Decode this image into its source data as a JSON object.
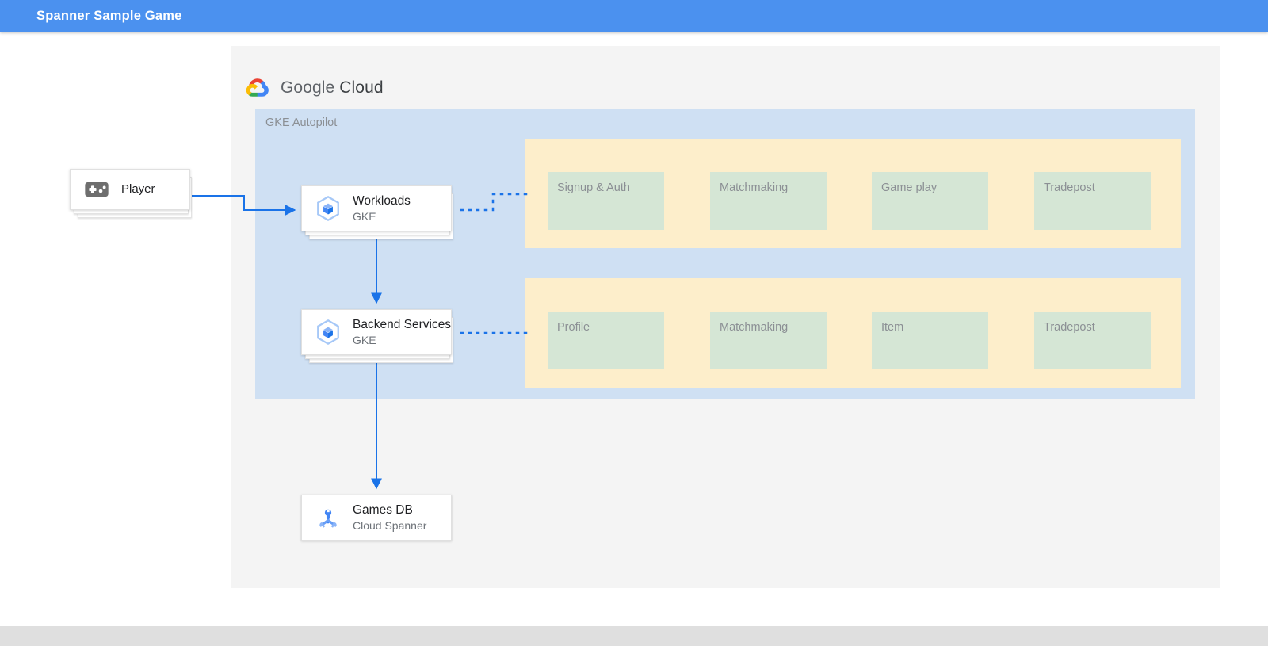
{
  "appbar": {
    "title": "Spanner Sample Game",
    "background": "#4b91ef",
    "text_color": "#ffffff"
  },
  "brand": {
    "logo_icon": "google-cloud-logo",
    "word_google": "Google",
    "word_cloud": "Cloud"
  },
  "diagram": {
    "zone": {
      "label": "GKE Autopilot",
      "background": "#cfe0f3"
    },
    "panel_background": "#f4f4f4",
    "group_background": "#fdeecb",
    "service_box_background": "#d5e6d5",
    "accent_line": "#1a73e8",
    "nodes": [
      {
        "id": "player",
        "icon": "gamepad-icon",
        "title": "Player",
        "subtitle": ""
      },
      {
        "id": "workloads",
        "icon": "gke-cube-icon",
        "title": "Workloads",
        "subtitle": "GKE"
      },
      {
        "id": "backend-services",
        "icon": "gke-cube-icon",
        "title": "Backend Services",
        "subtitle": "GKE"
      },
      {
        "id": "games-db",
        "icon": "cloud-spanner-icon",
        "title": "Games DB",
        "subtitle": "Cloud Spanner"
      }
    ],
    "service_groups": [
      {
        "id": "workload-services",
        "boxes": [
          "Signup & Auth",
          "Matchmaking",
          "Game play",
          "Tradepost"
        ]
      },
      {
        "id": "backend-services",
        "boxes": [
          "Profile",
          "Matchmaking",
          "Item",
          "Tradepost"
        ]
      }
    ]
  }
}
